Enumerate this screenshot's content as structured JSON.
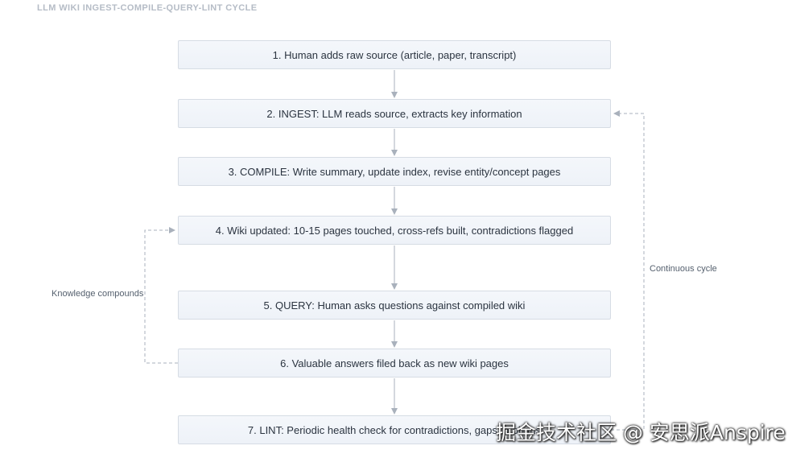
{
  "title": "LLM WIKI INGEST-COMPILE-QUERY-LINT CYCLE",
  "steps": [
    "1. Human adds raw source (article, paper, transcript)",
    "2. INGEST: LLM reads source, extracts key information",
    "3. COMPILE: Write summary, update index, revise entity/concept pages",
    "4. Wiki updated: 10-15 pages touched, cross-refs built, contradictions flagged",
    "5. QUERY: Human asks questions against compiled wiki",
    "6. Valuable answers filed back as new wiki pages",
    "7. LINT: Periodic health check for contradictions, gaps, orphans"
  ],
  "loops": {
    "left_label": "Knowledge compounds",
    "right_label": "Continuous cycle"
  },
  "watermark": "掘金技术社区 @ 安思派Anspire",
  "colors": {
    "box_border": "#d6dce4",
    "box_fill": "#f1f4f9",
    "arrow": "#a9b1bc",
    "title": "#b5bcc6"
  }
}
